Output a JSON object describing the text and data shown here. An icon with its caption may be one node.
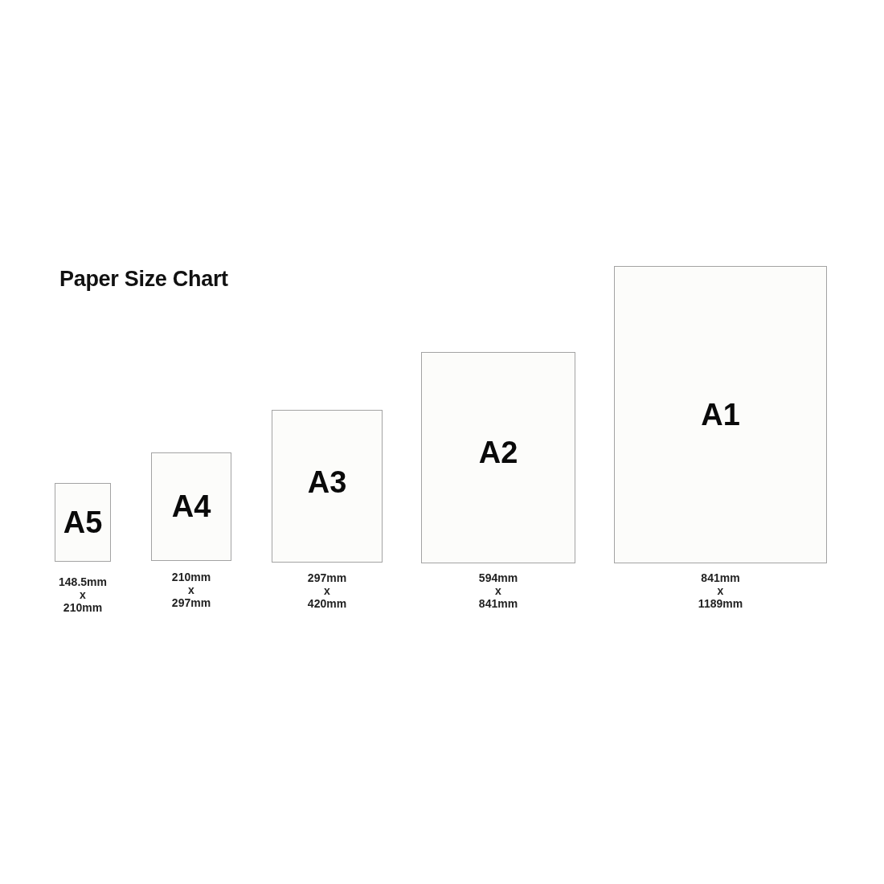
{
  "diagram": {
    "title": "Paper Size Chart",
    "nodes": [
      {
        "text": [
          "A5"
        ],
        "beside": [
          "148.5mm x 210mm"
        ]
      },
      {
        "text": [
          "A4"
        ],
        "beside": [
          "210mm x 297mm"
        ]
      },
      {
        "text": [
          "A3"
        ],
        "beside": [
          "297mm x 420mm"
        ]
      },
      {
        "text": [
          "A2"
        ],
        "beside": [
          "594mm x 841mm"
        ]
      },
      {
        "text": [
          "A1"
        ],
        "beside": [
          "841mm x 1189mm"
        ]
      }
    ]
  }
}
